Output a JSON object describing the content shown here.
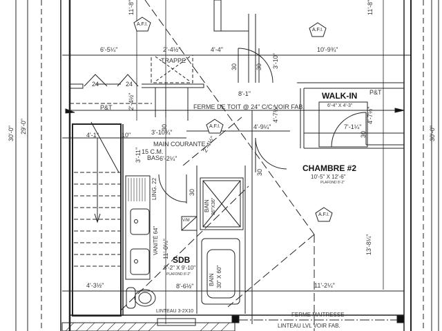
{
  "rooms": {
    "walkin": {
      "name": "WALK-IN",
      "size": "6'-4\" X 4'-3\""
    },
    "chambre2": {
      "name": "CHAMBRE #2",
      "size": "10'-5\" X 12'-6\"",
      "ceiling": "PLAFOND 8'-2\""
    },
    "sdb": {
      "name": "SDB",
      "size": "8'-2\" X 9'-10\"",
      "ceiling": "PLAFOND 8'-2\""
    }
  },
  "labels": {
    "trappe": "TRAPPE",
    "pt1": "P&T",
    "pt2": "P&T",
    "ferme_toit": "FERME DE TOIT @ 24\" C/C VOIR FAB.",
    "main_courante": "MAIN COURANTE",
    "cm": "15 C.M.",
    "bas": "BAS",
    "ling": "LING. 22",
    "vanite": "VANITÉ 64\"",
    "vm": "V/M",
    "bain_shower": "BAIN",
    "bain_shower_size": "36\"X36\"",
    "bain_tub": "BAIN",
    "bain_tub_size": "30\" X 60\"",
    "linteau_sdb": "LINTEAU 3-2X10",
    "ferme_maitresse": "FERME MAITRESSE",
    "linteau_lvl": "LINTEAU LVL VOIR FAB.",
    "afi": "A.F.I."
  },
  "dimensions": {
    "overall_left": "30'-0\"",
    "inner_left": "29'-0\"",
    "overall_right": "30'-0\"",
    "d1": "6'-5¼\"",
    "d2": "2'-4½\"",
    "d3": "4'-4\"",
    "d4": "10'-9¾\"",
    "d5": "11'-8\"",
    "d6": "11'-8\"",
    "d7": "8'-1\"",
    "d8": "3'-10\"",
    "d9": "4'-1\"",
    "d10": "10\"",
    "d11": "3'-10¾\"",
    "d12": "6'-2¼\"",
    "d13": "2'-4½\"",
    "d14": "4'-9¼\"",
    "d15": "4'-7½\"",
    "d16": "7'-1¼\"",
    "d17": "4'-7½\"",
    "d18": "2'-4½\"",
    "d19": "11'-0¼\"",
    "d20": "4'-3½\"",
    "d21": "8'-6½\"",
    "d22": "11'-2¼\"",
    "d23": "13'-8¼\"",
    "door30a": "30",
    "door30b": "30",
    "door30c": "30",
    "door30d": "30",
    "door30e": "30",
    "door30f": "30",
    "closet24a": "24",
    "closet24b": "24",
    "stair_dim": "3'-11\""
  }
}
